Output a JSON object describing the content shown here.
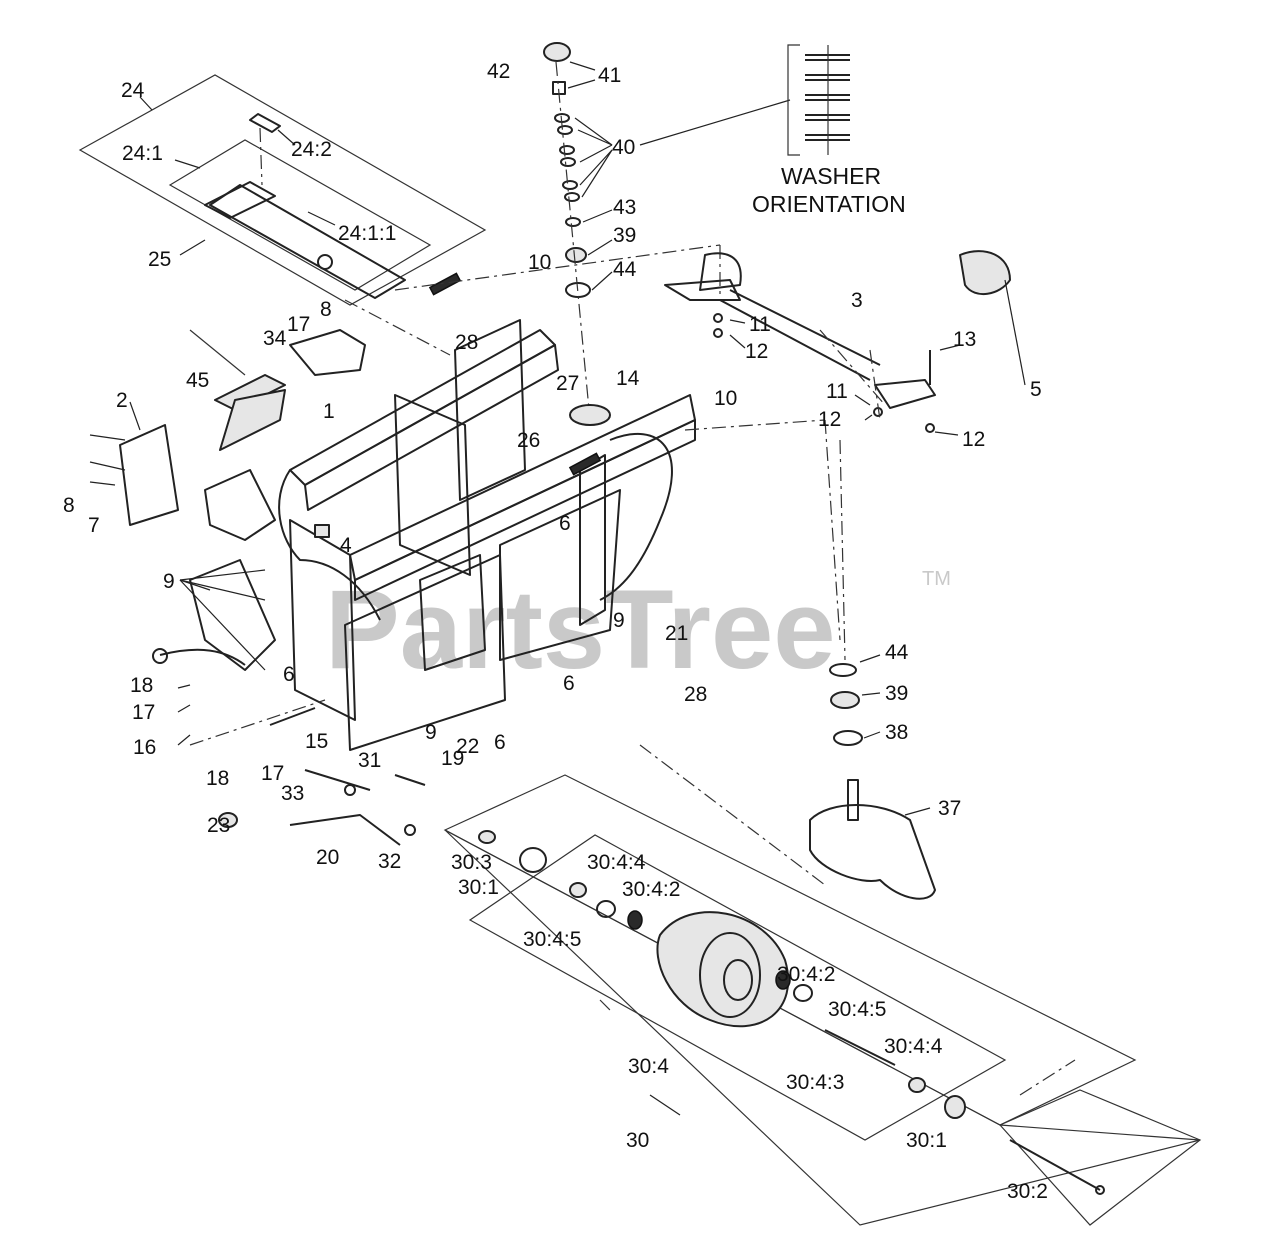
{
  "watermark": {
    "brand": "PartsTree",
    "trademark": "TM"
  },
  "washer_orientation": {
    "line1": "WASHER",
    "line2": "ORIENTATION"
  },
  "callouts": {
    "c24": "24",
    "c24_2": "24:2",
    "c24_1": "24:1",
    "c24_1_1": "24:1:1",
    "c25": "25",
    "c42": "42",
    "c41": "41",
    "c40": "40",
    "c43": "43",
    "c39a": "39",
    "c44a": "44",
    "c10a": "10",
    "c8a": "8",
    "c17a": "17",
    "c34": "34",
    "c45": "45",
    "c28a": "28",
    "c27": "27",
    "c14": "14",
    "c10b": "10",
    "c3": "3",
    "c11a": "11",
    "c12a": "12",
    "c13": "13",
    "c5": "5",
    "c11b": "11",
    "c12b": "12",
    "c12c": "12",
    "c2": "2",
    "c1": "1",
    "c26": "26",
    "c8b": "8",
    "c7": "7",
    "c4": "4",
    "c6a": "6",
    "c9a": "9",
    "c9b": "9",
    "c21": "21",
    "c6b": "6",
    "c44b": "44",
    "c39b": "39",
    "c38": "38",
    "c28b": "28",
    "c18a": "18",
    "c17b": "17",
    "c16": "16",
    "c15": "15",
    "c9c": "9",
    "c22": "22",
    "c6c": "6",
    "c6d": "6",
    "c18b": "18",
    "c17c": "17",
    "c31": "31",
    "c19": "19",
    "c33": "33",
    "c23": "23",
    "c20": "20",
    "c32": "32",
    "c37": "37",
    "c30_3": "30:3",
    "c30_1a": "30:1",
    "c30_4_4a": "30:4:4",
    "c30_4_2a": "30:4:2",
    "c30_4_5a": "30:4:5",
    "c30_4_2b": "30:4:2",
    "c30_4_5b": "30:4:5",
    "c30_4": "30:4",
    "c30_4_4b": "30:4:4",
    "c30_4_3": "30:4:3",
    "c30": "30",
    "c30_1b": "30:1",
    "c30_2": "30:2"
  }
}
